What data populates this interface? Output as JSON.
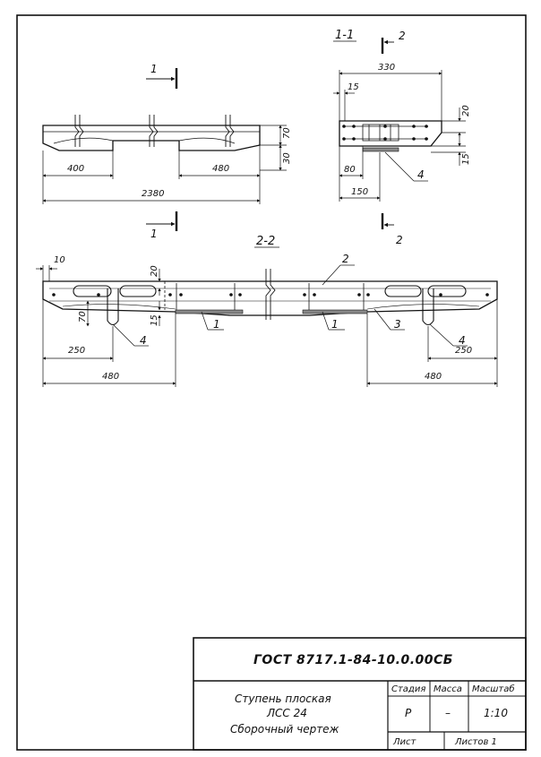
{
  "drawing": {
    "colors": {
      "ink": "#111111",
      "paper": "#ffffff"
    },
    "cut_marks": {
      "one": "1",
      "two": "2"
    },
    "section_titles": {
      "s11": "1-1",
      "s22": "2-2"
    },
    "elevation_dims": {
      "left_400": "400",
      "right_480": "480",
      "total_2380": "2380",
      "h_70": "70",
      "h_30": "30"
    },
    "section11_dims": {
      "w_330": "330",
      "d_15_top": "15",
      "d_20": "20",
      "d_15_right": "15",
      "d_80": "80",
      "d_150": "150"
    },
    "section11_callouts": {
      "c4": "4"
    },
    "section22_dims": {
      "d_10": "10",
      "d_20": "20",
      "d_70": "70",
      "d_15": "15",
      "left_250": "250",
      "left_480": "480",
      "right_250": "250",
      "right_480": "480"
    },
    "section22_callouts": {
      "c1a": "1",
      "c1b": "1",
      "c2": "2",
      "c3": "3",
      "c4a": "4",
      "c4b": "4"
    }
  },
  "title_block": {
    "code": "ГОСТ 8717.1-84-10.0.00СБ",
    "name_line1": "Ступень плоская",
    "name_line2": "ЛСС 24",
    "name_line3": "Сборочный чертеж",
    "stage_header": "Стадия",
    "mass_header": "Масса",
    "scale_header": "Масштаб",
    "stage_value": "Р",
    "mass_value": "–",
    "scale_value": "1:10",
    "sheet_label": "Лист",
    "sheets_label": "Листов 1"
  }
}
